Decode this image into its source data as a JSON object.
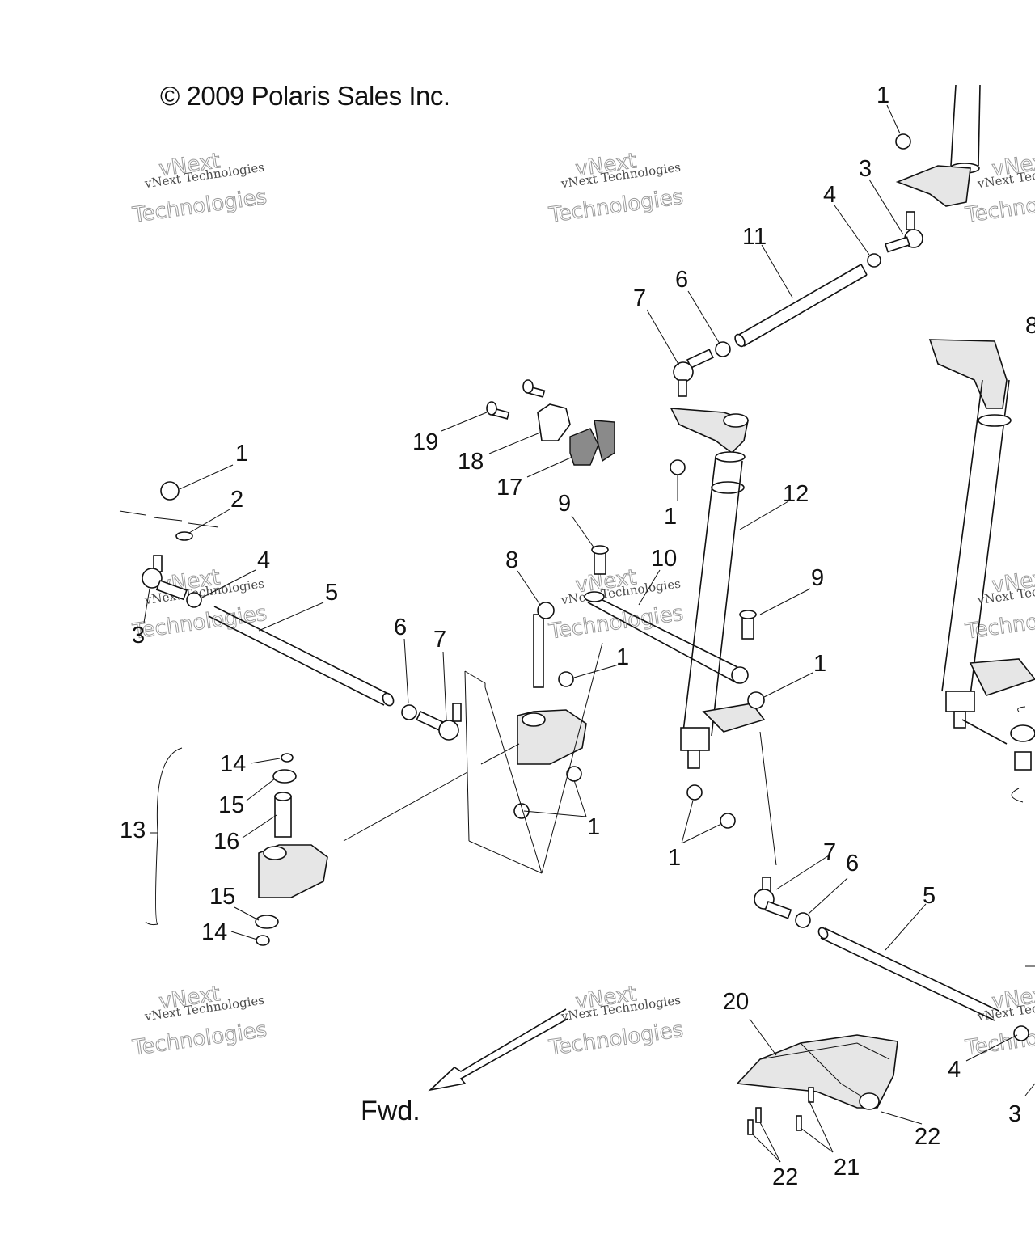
{
  "copyright": "© 2009 Polaris Sales Inc.",
  "watermark": {
    "line1": "vNext Technologies",
    "line2": "vNext",
    "line3": "Technologies"
  },
  "direction_label": "Fwd.",
  "callouts": [
    {
      "id": "c1a",
      "text": "1"
    },
    {
      "id": "c3a",
      "text": "3"
    },
    {
      "id": "c4a",
      "text": "4"
    },
    {
      "id": "c11",
      "text": "11"
    },
    {
      "id": "c6a",
      "text": "6"
    },
    {
      "id": "c7a",
      "text": "7"
    },
    {
      "id": "c8top",
      "text": "8"
    },
    {
      "id": "c19",
      "text": "19"
    },
    {
      "id": "c18",
      "text": "18"
    },
    {
      "id": "c17",
      "text": "17"
    },
    {
      "id": "c1b",
      "text": "1"
    },
    {
      "id": "c12",
      "text": "12"
    },
    {
      "id": "c1c",
      "text": "1"
    },
    {
      "id": "c2",
      "text": "2"
    },
    {
      "id": "c4b",
      "text": "4"
    },
    {
      "id": "c5a",
      "text": "5"
    },
    {
      "id": "c3b",
      "text": "3"
    },
    {
      "id": "c9a",
      "text": "9"
    },
    {
      "id": "c8",
      "text": "8"
    },
    {
      "id": "c10",
      "text": "10"
    },
    {
      "id": "c9b",
      "text": "9"
    },
    {
      "id": "c6b",
      "text": "6"
    },
    {
      "id": "c7b",
      "text": "7"
    },
    {
      "id": "c1d",
      "text": "1"
    },
    {
      "id": "c1e",
      "text": "1"
    },
    {
      "id": "c14a",
      "text": "14"
    },
    {
      "id": "c15a",
      "text": "15"
    },
    {
      "id": "c13",
      "text": "13"
    },
    {
      "id": "c16",
      "text": "16"
    },
    {
      "id": "c1f",
      "text": "1"
    },
    {
      "id": "c1g",
      "text": "1"
    },
    {
      "id": "c15b",
      "text": "15"
    },
    {
      "id": "c14b",
      "text": "14"
    },
    {
      "id": "c7c",
      "text": "7"
    },
    {
      "id": "c6c",
      "text": "6"
    },
    {
      "id": "c5b",
      "text": "5"
    },
    {
      "id": "c20",
      "text": "20"
    },
    {
      "id": "c4c",
      "text": "4"
    },
    {
      "id": "c3c",
      "text": "3"
    },
    {
      "id": "c22a",
      "text": "22"
    },
    {
      "id": "c21",
      "text": "21"
    },
    {
      "id": "c22b",
      "text": "22"
    }
  ]
}
